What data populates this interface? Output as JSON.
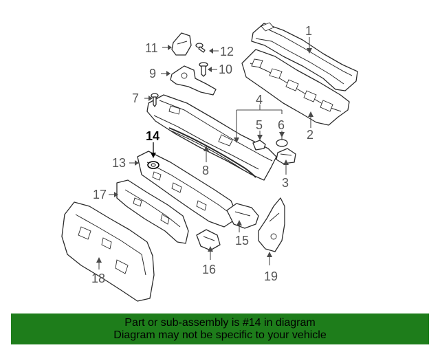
{
  "diagram": {
    "callouts": {
      "c1": "1",
      "c2": "2",
      "c3": "3",
      "c4": "4",
      "c5": "5",
      "c6": "6",
      "c7": "7",
      "c8": "8",
      "c9": "9",
      "c10": "10",
      "c11": "11",
      "c12": "12",
      "c13": "13",
      "c14": "14",
      "c15": "15",
      "c16": "16",
      "c17": "17",
      "c18": "18",
      "c19": "19"
    },
    "highlighted_part": "14"
  },
  "banner": {
    "line1": "Part or sub-assembly is #14 in diagram",
    "line2": "Diagram may not be specific to your vehicle",
    "color": "#1e7d1b"
  }
}
